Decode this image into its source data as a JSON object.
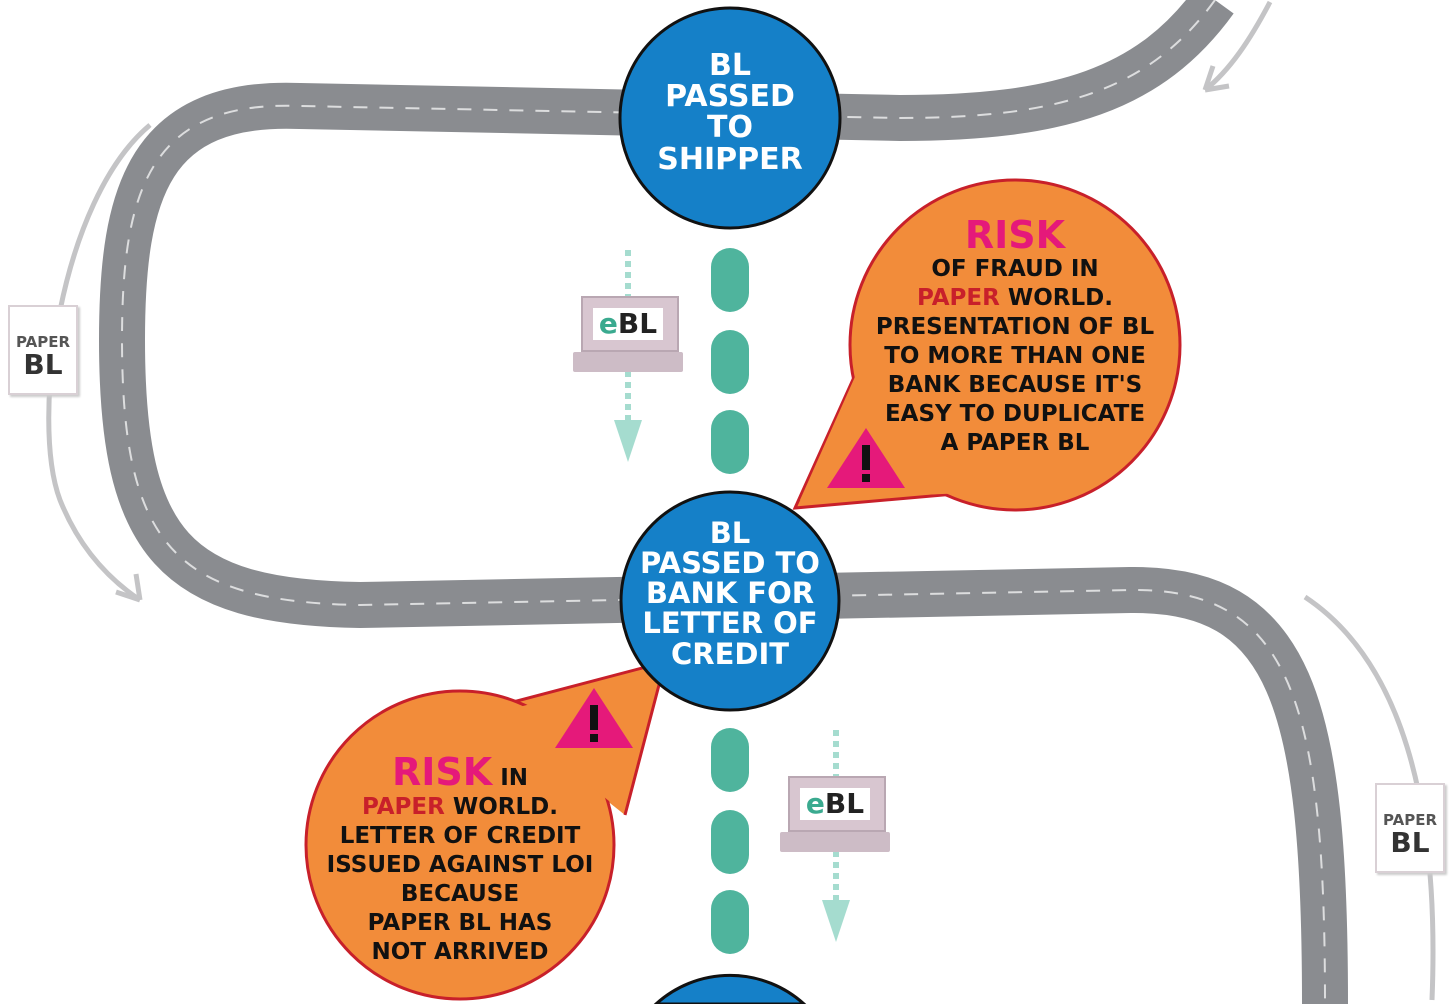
{
  "steps": [
    {
      "lines": [
        "BL",
        "PASSED",
        "TO",
        "SHIPPER"
      ]
    },
    {
      "lines": [
        "BL",
        "PASSED TO",
        "BANK FOR",
        "LETTER OF",
        "CREDIT"
      ]
    }
  ],
  "risk_1": {
    "title": "RISK",
    "line1": "OF FRAUD IN",
    "line2_highlight": "PAPER",
    "line2_rest": " WORLD.",
    "lines": [
      "PRESENTATION OF BL",
      "TO MORE THAN ONE",
      "BANK BECAUSE IT'S",
      "EASY TO DUPLICATE",
      "A PAPER BL"
    ]
  },
  "risk_2": {
    "title": "RISK",
    "title_rest": " IN",
    "line2_highlight": "PAPER",
    "line2_rest": " WORLD.",
    "lines": [
      "LETTER OF CREDIT",
      "ISSUED AGAINST LOI",
      "BECAUSE",
      "PAPER BL HAS",
      "NOT ARRIVED"
    ]
  },
  "ebl": {
    "prefix": "e",
    "suffix": "BL"
  },
  "paper_bl": {
    "top": "PAPER",
    "bottom": "BL"
  },
  "colors": {
    "step": "#1580c8",
    "bubble": "#f28c3a",
    "bubble_border": "#c8202a",
    "risk": "#e5197a",
    "dash": "#4fb49d",
    "road": "#8a8c90"
  }
}
